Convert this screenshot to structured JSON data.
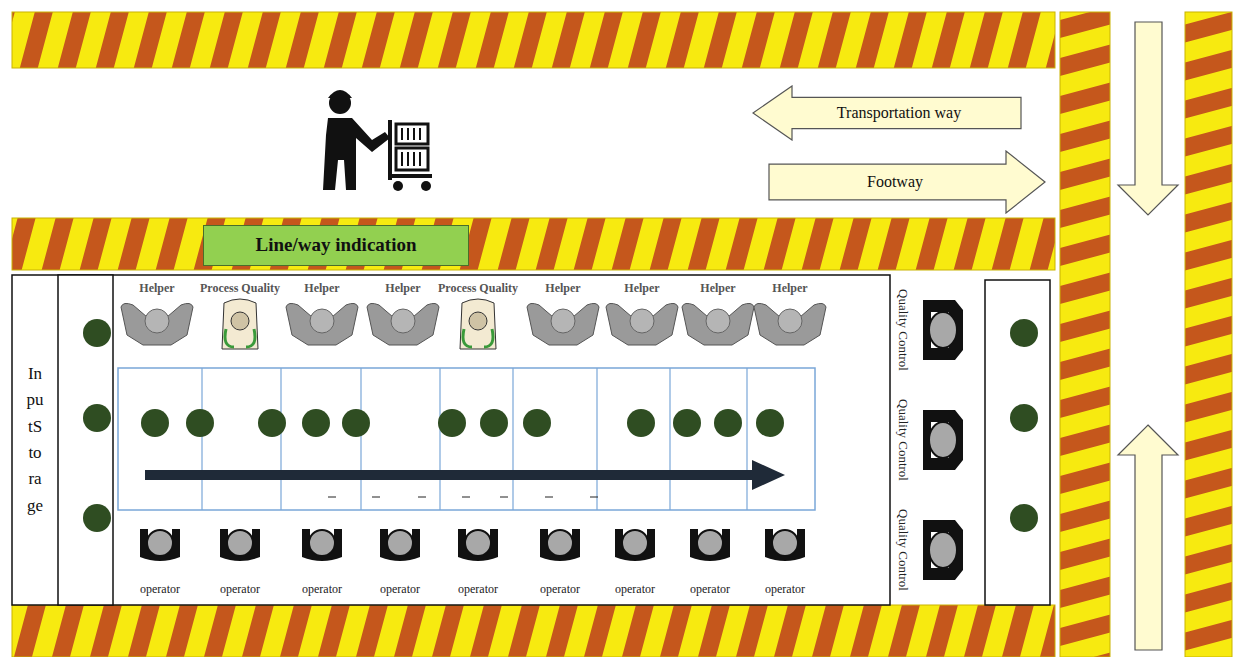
{
  "diagram": {
    "nodes": [
      {
        "text": [
          "Transportation way"
        ]
      },
      {
        "text": [
          "Footway"
        ]
      },
      {
        "text": [
          "Line/way indication"
        ]
      },
      {
        "text": [
          "InputStorage"
        ]
      }
    ],
    "labels": [
      "Helper",
      "Process Quality",
      "Helper",
      "Helper",
      "Process Quality",
      "Helper",
      "Helper",
      "Helper",
      "Helper",
      "operator",
      "operator",
      "operator",
      "operator",
      "operator",
      "operator",
      "operator",
      "operator",
      "operator",
      "Quality Control",
      "Quality Control",
      "Quality Control"
    ]
  }
}
